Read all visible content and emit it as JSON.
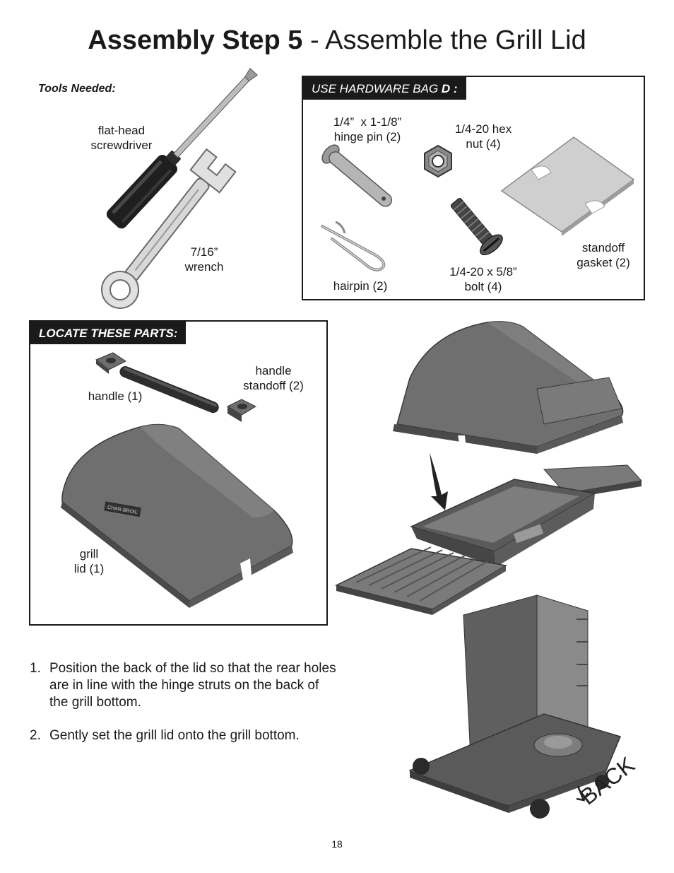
{
  "title": {
    "bold": "Assembly Step 5",
    "rest": " - Assemble the Grill Lid"
  },
  "tools": {
    "heading": "Tools Needed:",
    "screwdriver_label": "flat-head\nscrewdriver",
    "wrench_label": "7/16”\nwrench"
  },
  "hardware": {
    "header_prefix": "USE HARDWARE BAG ",
    "header_bag": "D :",
    "hinge_pin": "1/4”  x 1-1/8”\nhinge pin (2)",
    "hex_nut": "1/4-20 hex\nnut (4)",
    "hairpin": "hairpin (2)",
    "bolt": "1/4-20 x 5/8”\nbolt (4)",
    "gasket": "standoff\ngasket (2)"
  },
  "parts": {
    "header": "LOCATE THESE PARTS:",
    "handle": "handle (1)",
    "handle_standoff": "handle\nstandoff (2)",
    "grill_lid": "grill\nlid (1)",
    "lid_badge": "CHAR-BROIL"
  },
  "illustration": {
    "back_label": "BACK"
  },
  "steps": [
    {
      "num": "1.",
      "text": "Position the back of the lid so that the rear holes are in line with the hinge struts on the back of the grill bottom."
    },
    {
      "num": "2.",
      "text": "Gently set the grill lid onto the grill bottom."
    }
  ],
  "page_number": "18",
  "colors": {
    "ink": "#1a1a1a",
    "grill_gray": "#6b6b6b",
    "gasket_gray": "#c9c9c9"
  }
}
